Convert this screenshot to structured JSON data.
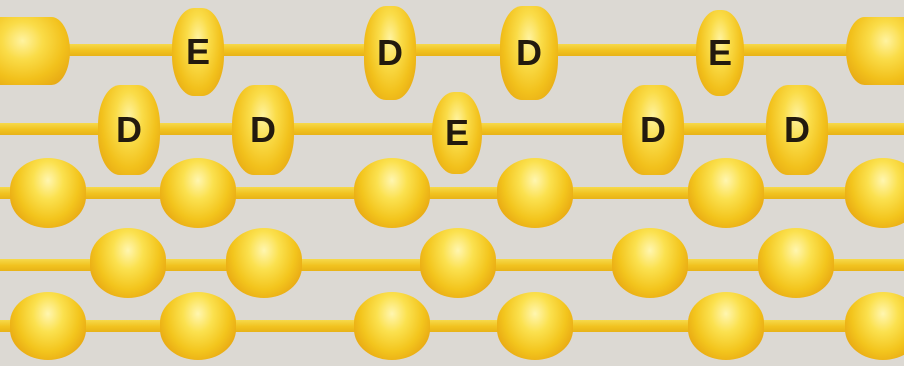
{
  "rows": [
    {
      "row": 1,
      "beads": [
        "",
        "E",
        "D",
        "D",
        "E",
        ""
      ]
    },
    {
      "row": 2,
      "beads": [
        "D",
        "D",
        "E",
        "D",
        "D"
      ]
    },
    {
      "row": 3,
      "beads": [
        "",
        "",
        "",
        "",
        "",
        ""
      ]
    },
    {
      "row": 4,
      "beads": [
        "",
        "",
        "",
        "",
        ""
      ]
    },
    {
      "row": 5,
      "beads": [
        "",
        "",
        "",
        "",
        "",
        ""
      ]
    }
  ],
  "colors": {
    "background": "#dcd9d3",
    "bead": "#f3c51d",
    "rail": "#f1c21f",
    "letter": "#231a0e"
  }
}
